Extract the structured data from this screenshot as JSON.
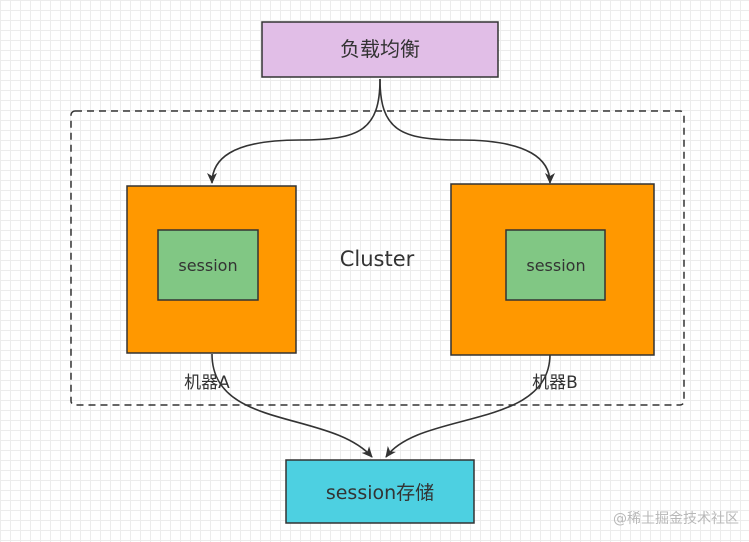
{
  "nodes": {
    "load_balancer": "负载均衡",
    "cluster": "Cluster",
    "machine_a_session": "session",
    "machine_b_session": "session",
    "machine_a": "机器A",
    "machine_b": "机器B",
    "session_store": "session存储"
  },
  "colors": {
    "load_balancer_fill": "#e1bee7",
    "load_balancer_stroke": "#8e5ba0",
    "machine_fill": "#ff9800",
    "session_fill": "#81c784",
    "store_fill": "#4dd0e1",
    "outline": "#333333"
  },
  "watermark": "@稀土掘金技术社区"
}
